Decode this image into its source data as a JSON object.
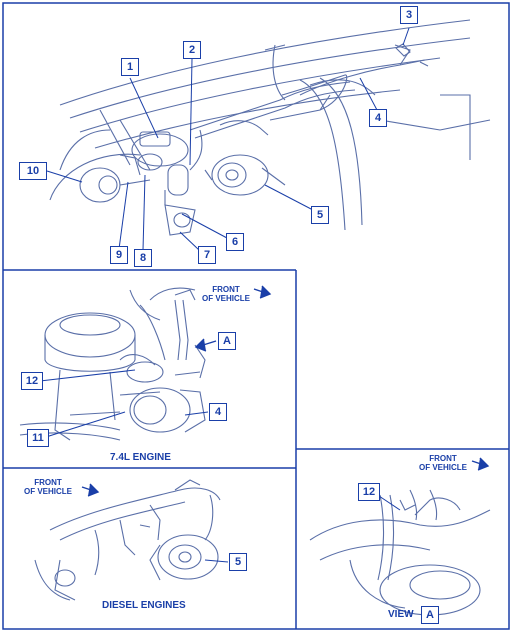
{
  "colors": {
    "ink": "#1a3fa8",
    "drawing": "#5a6fa8",
    "paper": "#ffffff"
  },
  "callouts": [
    "1",
    "2",
    "3",
    "4",
    "5",
    "6",
    "7",
    "8",
    "9",
    "10",
    "12",
    "11",
    "4",
    "5",
    "12",
    "A",
    "A"
  ],
  "labels": {
    "front_of_vehicle": "FRONT\nOF VEHICLE",
    "engine_74": "7.4L ENGINE",
    "diesel": "DIESEL ENGINES",
    "view": "VIEW"
  }
}
